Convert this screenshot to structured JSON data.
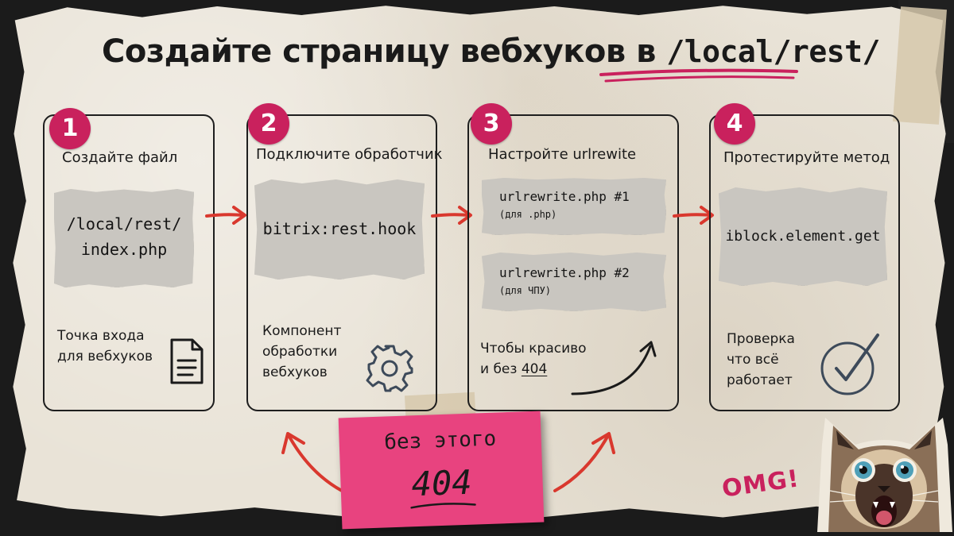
{
  "title": {
    "text": "Создайте страницу вебхуков в ",
    "highlight": "/local/rest/"
  },
  "colors": {
    "accent": "#c9215d",
    "pink_note": "#e8437f",
    "paper": "#e9e3d7",
    "note": "#c9c6c0",
    "ink": "#1a1a1a",
    "arrow": "#d9382e"
  },
  "steps": [
    {
      "number": "1",
      "title": "Создайте файл",
      "note": {
        "line1": "/local/rest/",
        "line2": "index.php"
      },
      "desc": {
        "line1": "Точка входа",
        "line2": "для вебхуков"
      },
      "icon": "document-icon"
    },
    {
      "number": "2",
      "title": "Подключите обработчик",
      "note": {
        "line1": "bitrix:rest.hook"
      },
      "desc": {
        "line1": "Компонент",
        "line2": "обработки",
        "line3": "вебхуков"
      },
      "icon": "gear-icon"
    },
    {
      "number": "3",
      "title": "Настройте urlrewite",
      "notes": [
        {
          "line1": "urlrewrite.php #1",
          "line2": "(для .php)"
        },
        {
          "line1": "urlrewrite.php #2",
          "line2": "(для ЧПУ)"
        }
      ],
      "desc": {
        "line1": "Чтобы красиво",
        "line2_prefix": "и без ",
        "line2_underlined": "404"
      },
      "icon": "curved-arrow-icon"
    },
    {
      "number": "4",
      "title": "Протестируйте метод",
      "note": {
        "line1": "iblock.element.get"
      },
      "desc": {
        "line1": "Проверка",
        "line2": "что всё",
        "line3": "работает"
      },
      "icon": "checkmark-circle-icon"
    }
  ],
  "warning_note": {
    "line1": "без этого",
    "line2": "404"
  },
  "omg": "OMG!"
}
